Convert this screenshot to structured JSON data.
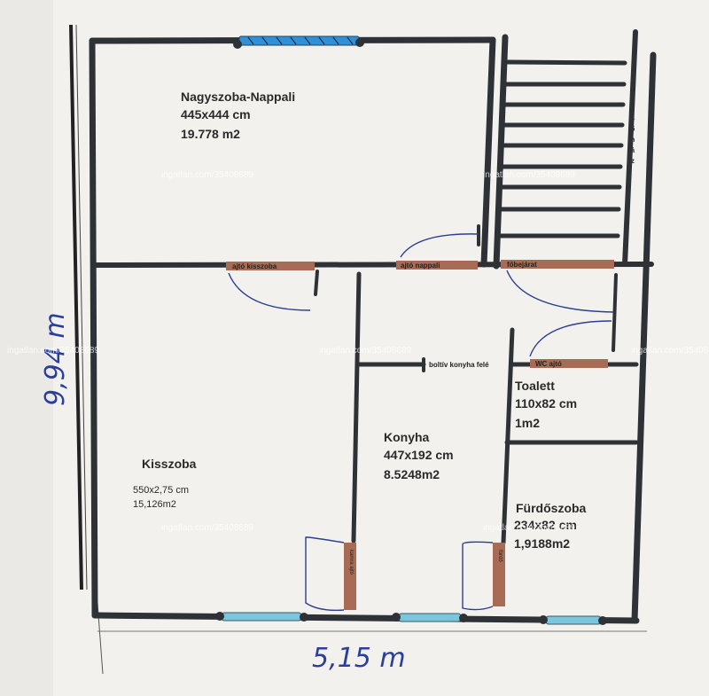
{
  "rooms": {
    "nappali": {
      "name": "Nagyszoba-Nappali",
      "size": "445x444 cm",
      "area": "19.778 m2"
    },
    "kisszoba": {
      "name": "Kisszoba",
      "size": "550x2,75 cm",
      "area": "15,126m2"
    },
    "konyha": {
      "name": "Konyha",
      "size": "447x192 cm",
      "area": "8.5248m2"
    },
    "toalett": {
      "name": "Toalett",
      "size": "110x82 cm",
      "area": "1m2"
    },
    "furdo": {
      "name": "Fürdőszoba",
      "size": "234x82 cm",
      "area": "1,9188m2"
    }
  },
  "doors": {
    "kisszoba_door": "ajtó kisszoba",
    "nappali_door": "ajtó nappali",
    "main_entrance": "főbejárat",
    "arch": "boltív konyha felé",
    "wc_door": "WC ajtó",
    "kamra_door": "kamra ajtó",
    "furdo_door": "fürdő"
  },
  "stairs": {
    "label_letters": [
      "L",
      "é",
      "p",
      "c",
      "s",
      "ő",
      "h",
      "á",
      "z"
    ]
  },
  "dimensions": {
    "height": "9,94 m",
    "width": "5,15 m"
  },
  "watermark": "ingatlan.com/35408689",
  "colors": {
    "wall": "#2e3236",
    "door": "#a86c56",
    "window": "#7bc6dd",
    "ink": "#2b3f9a"
  }
}
